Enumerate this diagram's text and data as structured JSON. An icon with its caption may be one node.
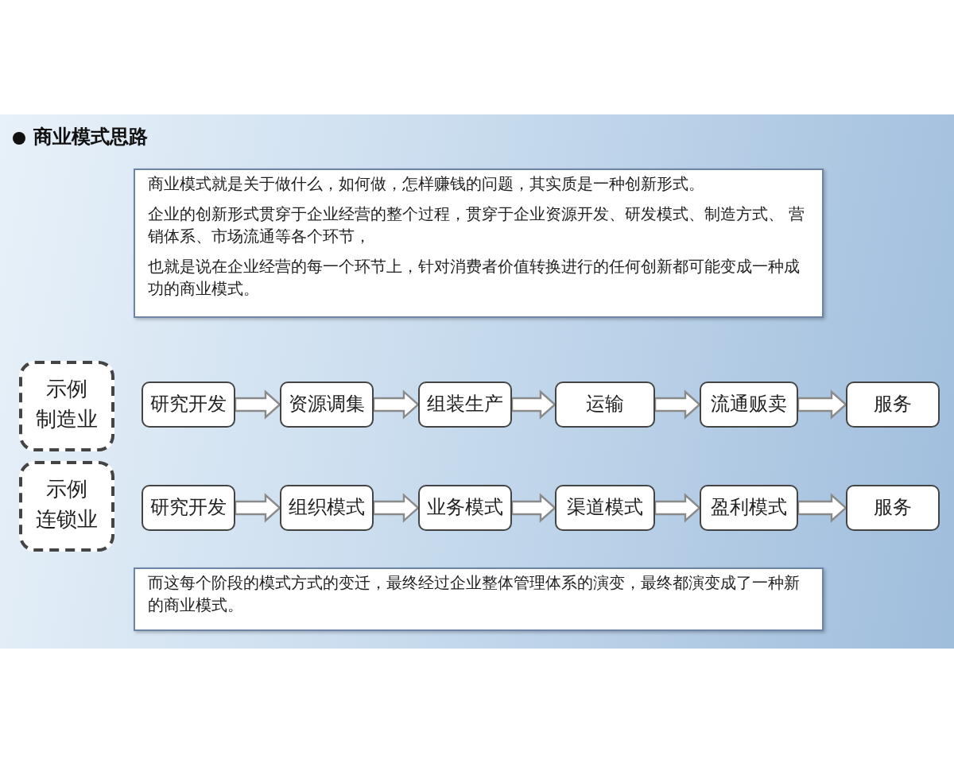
{
  "diagram": {
    "title": "商业模式思路",
    "nodes": [
      {
        "text": [
          "商业模式就是关于做什么，如何做，怎样赚钱的问题，其实质是一种创新形式。",
          "企业的创新形式贯穿于企业经营的整个过程，贯穿于企业资源开发、研发模式、制造方式、 营销体系、市场流通等各个环节，",
          "也就是说在企业经营的每一个环节上，针对消费者价值转换进行的任何创新都可能变成一种成功的商业模式。"
        ]
      },
      {
        "text": [
          "示例制造业"
        ]
      },
      {
        "text": [
          "研究开发"
        ]
      },
      {
        "text": [
          "资源调集"
        ]
      },
      {
        "text": [
          "组装生产"
        ]
      },
      {
        "text": [
          "运输"
        ]
      },
      {
        "text": [
          "流通贩卖"
        ]
      },
      {
        "text": [
          "服务"
        ]
      },
      {
        "text": [
          "示例连锁业"
        ]
      },
      {
        "text": [
          "研究开发"
        ]
      },
      {
        "text": [
          "组织模式"
        ]
      },
      {
        "text": [
          "业务模式"
        ]
      },
      {
        "text": [
          "渠道模式"
        ]
      },
      {
        "text": [
          "盈利模式"
        ]
      },
      {
        "text": [
          "服务"
        ]
      },
      {
        "text": [
          "而这每个阶段的模式方式的变迁，最终经过企业整体管理体系的演变，最终都演变成了一种新的商业模式。"
        ]
      }
    ],
    "edges": [
      {
        "from": 2,
        "to": 3,
        "arrow": "to"
      },
      {
        "from": 3,
        "to": 4,
        "arrow": "to"
      },
      {
        "from": 4,
        "to": 5,
        "arrow": "to"
      },
      {
        "from": 5,
        "to": 6,
        "arrow": "to"
      },
      {
        "from": 6,
        "to": 7,
        "arrow": "to"
      },
      {
        "from": 9,
        "to": 10,
        "arrow": "to"
      },
      {
        "from": 10,
        "to": 11,
        "arrow": "to"
      },
      {
        "from": 11,
        "to": 12,
        "arrow": "to"
      },
      {
        "from": 12,
        "to": 13,
        "arrow": "to"
      },
      {
        "from": 13,
        "to": 14,
        "arrow": "to"
      }
    ]
  }
}
